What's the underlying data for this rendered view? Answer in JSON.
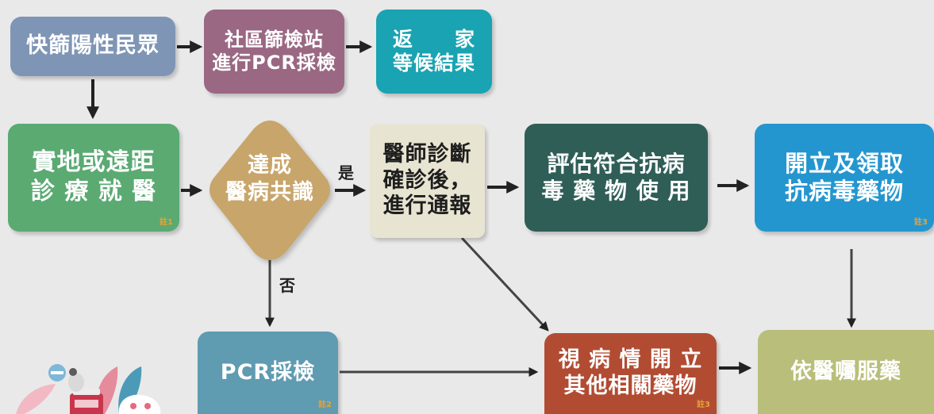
{
  "nodes": {
    "rapid_positive": {
      "line1": "快篩陽性民眾",
      "line2": "",
      "note": ""
    },
    "community_station": {
      "line1": "社區篩檢站",
      "line2": "進行PCR採檢",
      "note": ""
    },
    "go_home": {
      "line1": "返　　家",
      "line2": "等候結果",
      "note": ""
    },
    "consult": {
      "line1": "實地或遠距",
      "line2": "診 療 就 醫",
      "note": "註1"
    },
    "consensus": {
      "line1": "達成",
      "line2": "醫病共識"
    },
    "doctor_diag": {
      "line1": "醫師診斷",
      "line2": "確診後，",
      "line3": "進行通報"
    },
    "evaluate": {
      "line1": "評估符合抗病",
      "line2": "毒 藥 物 使 用",
      "note": ""
    },
    "prescribe_antiviral": {
      "line1": "開立及領取",
      "line2": "抗病毒藥物",
      "note": "註3"
    },
    "pcr_test": {
      "line1": "PCR採檢",
      "line2": "",
      "note": "註2"
    },
    "other_meds": {
      "line1": "視 病 情 開 立",
      "line2": "其他相關藥物",
      "note": "註3"
    },
    "take_meds": {
      "line1": "依醫囑服藥",
      "line2": "",
      "note": ""
    }
  },
  "edge_labels": {
    "yes": "是",
    "no": "否"
  },
  "colors": {
    "background": "#e9e9e9",
    "slate_blue": "#7f95b5",
    "mauve": "#9a6883",
    "teal": "#1aa3b2",
    "green": "#5aaa72",
    "gold": "#c8a56a",
    "cream": "#e8e4d2",
    "dark_teal": "#2f5e57",
    "blue": "#2496cf",
    "steel": "#5f9bb1",
    "rust": "#b14c33",
    "olive": "#b9bf7a",
    "arrow": "#222222"
  }
}
